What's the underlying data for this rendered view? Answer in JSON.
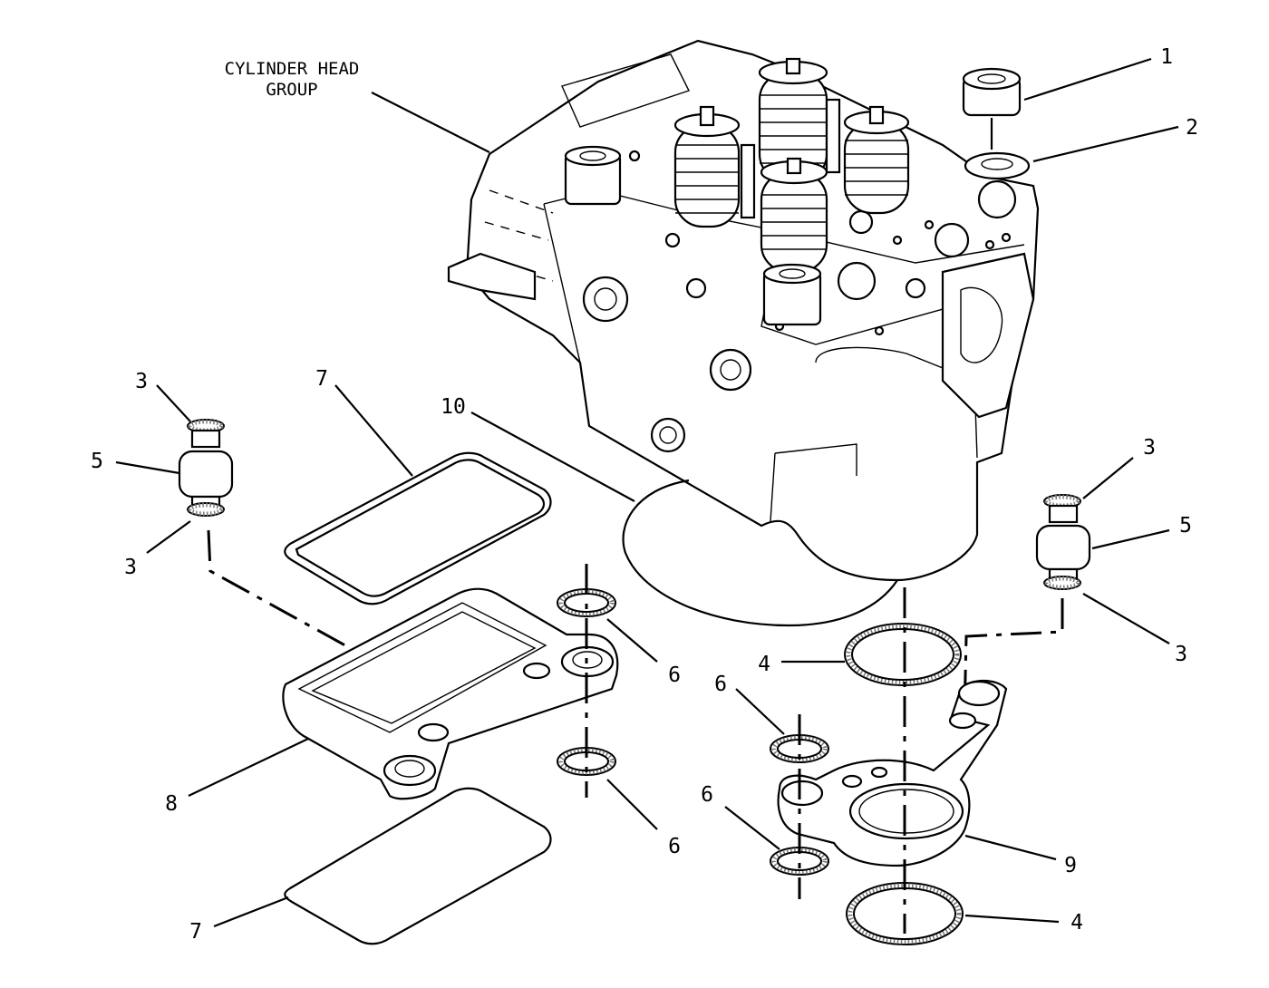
{
  "diagram": {
    "title_lines": [
      "CYLINDER HEAD",
      "GROUP"
    ],
    "callouts": [
      {
        "id": "c1",
        "text": "1"
      },
      {
        "id": "c2",
        "text": "2"
      },
      {
        "id": "c3a",
        "text": "3"
      },
      {
        "id": "c5a",
        "text": "5"
      },
      {
        "id": "c3b",
        "text": "3"
      },
      {
        "id": "c7a",
        "text": "7"
      },
      {
        "id": "c10",
        "text": "10"
      },
      {
        "id": "c3c",
        "text": "3"
      },
      {
        "id": "c5b",
        "text": "5"
      },
      {
        "id": "c3d",
        "text": "3"
      },
      {
        "id": "c6a",
        "text": "6"
      },
      {
        "id": "c4a",
        "text": "4"
      },
      {
        "id": "c6b",
        "text": "6"
      },
      {
        "id": "c6c",
        "text": "6"
      },
      {
        "id": "c8",
        "text": "8"
      },
      {
        "id": "c6d",
        "text": "6"
      },
      {
        "id": "c9",
        "text": "9"
      },
      {
        "id": "c7b",
        "text": "7"
      },
      {
        "id": "c4b",
        "text": "4"
      }
    ]
  }
}
